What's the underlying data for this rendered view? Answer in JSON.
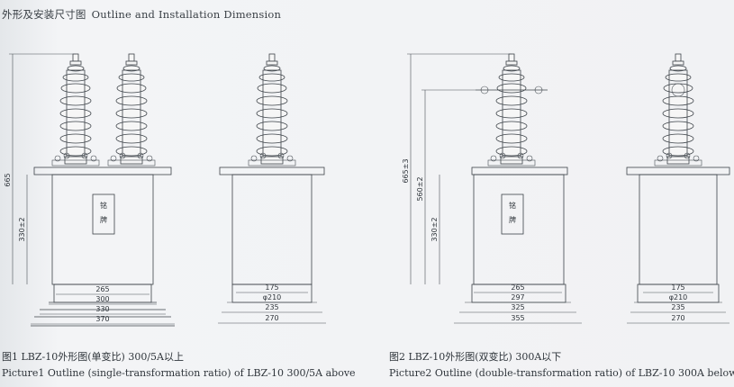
{
  "header": {
    "cn": "外形及安装尺寸图",
    "en": "Outline and Installation Dimension"
  },
  "picture1": {
    "caption_cn": "图1 LBZ-10外形图(单变比) 300/5A以上",
    "caption_en": "Picture1  Outline (single-transformation ratio) of LBZ-10  300/5A above",
    "nameplate_char1": "铭",
    "nameplate_char2": "牌",
    "dim_height": "330±2",
    "dim_top": "665",
    "front_widths": [
      "265",
      "300",
      "330",
      "370"
    ],
    "side_widths": [
      "175",
      "φ210",
      "235",
      "270"
    ]
  },
  "picture2": {
    "caption_cn": "图2 LBZ-10外形图(双变比) 300A以下",
    "caption_en": "Picture2  Outline (double-transformation ratio) of LBZ-10  300A below",
    "nameplate_char1": "铭",
    "nameplate_char2": "牌",
    "dim_total": "665±3",
    "dim_mid": "560±2",
    "dim_height": "330±2",
    "front_widths": [
      "265",
      "297",
      "325",
      "355"
    ],
    "side_widths": [
      "175",
      "φ210",
      "235",
      "270"
    ]
  }
}
